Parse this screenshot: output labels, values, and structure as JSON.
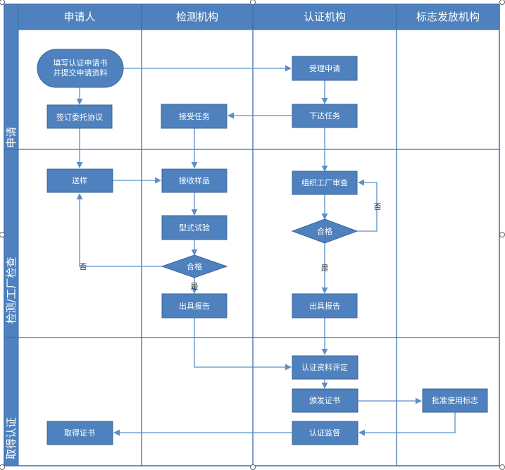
{
  "columns": [
    "申请人",
    "检测机构",
    "认证机构",
    "标志发放机构"
  ],
  "lanes": [
    "申请",
    "检测/工厂检查",
    "取得认证"
  ],
  "nodes": {
    "fill_application": "填写认证申请书\n并提交申请资料",
    "accept_application": "受理申请",
    "sign_agreement": "签订委托协议",
    "accept_task": "接受任务",
    "issue_task": "下达任务",
    "send_samples": "送样",
    "receive_samples": "接收样品",
    "factory_inspection": "组织工厂审查",
    "type_test": "型式试验",
    "pass_check_test": "合格",
    "pass_check_factory": "合格",
    "test_report": "出具报告",
    "inspection_report": "出具报告",
    "cert_evaluation": "认证资料评定",
    "issue_certificate": "颁发证书",
    "approve_mark": "批准使用标志",
    "obtain_certificate": "取得证书",
    "cert_supervision": "认证监督"
  },
  "edge_labels": {
    "no_test": "否",
    "yes_test": "是",
    "no_factory": "否",
    "yes_factory": "是"
  },
  "colors": {
    "header_fill": "#4e81bd",
    "node_fill": "#4e81bd",
    "edge": "#5b8fc9",
    "border": "#3a6fa8"
  }
}
